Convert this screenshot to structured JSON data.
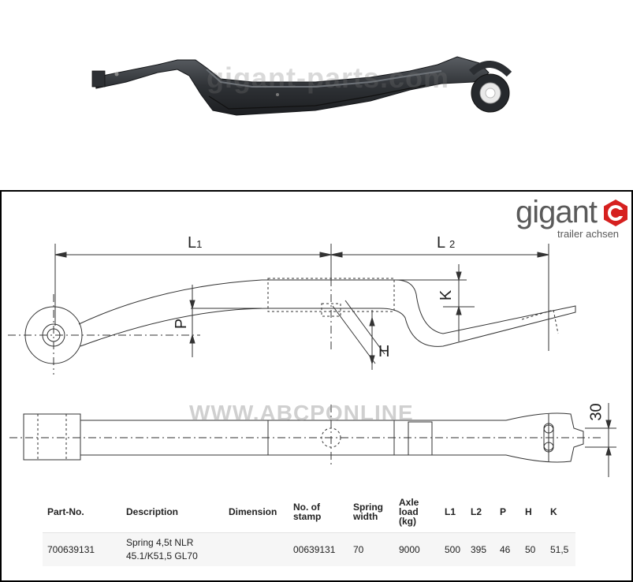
{
  "photo": {
    "watermark": "gigant-parts.com"
  },
  "brand": {
    "name": "gigant",
    "tagline": "trailer achsen",
    "logo_icon": "gigant-hexagon-logo-icon",
    "accent_color": "#d6201f"
  },
  "drawing": {
    "watermark": "WWW.ABCPONLINE",
    "labels": {
      "l1": "L",
      "l1_sub": "1",
      "l2": "L",
      "l2_sub": "2",
      "k": "K",
      "p": "P",
      "h": "H",
      "dim_30": "30"
    }
  },
  "table": {
    "headers": {
      "part_no": "Part-No.",
      "description": "Description",
      "dimension": "Dimension",
      "stamp_1": "No. of",
      "stamp_2": "stamp",
      "width_1": "Spring",
      "width_2": "width",
      "axle_1": "Axle",
      "axle_2": "load",
      "axle_3": "(kg)",
      "l1": "L1",
      "l2": "L2",
      "p": "P",
      "h": "H",
      "k": "K"
    },
    "rows": [
      {
        "part_no": "700639131",
        "description_1": "Spring 4,5t NLR",
        "description_2": "45.1/K51,5 GL70",
        "dimension": "",
        "stamp": "00639131",
        "spring_width": "70",
        "axle_load": "9000",
        "l1": "500",
        "l2": "395",
        "p": "46",
        "h": "50",
        "k": "51,5"
      }
    ]
  }
}
